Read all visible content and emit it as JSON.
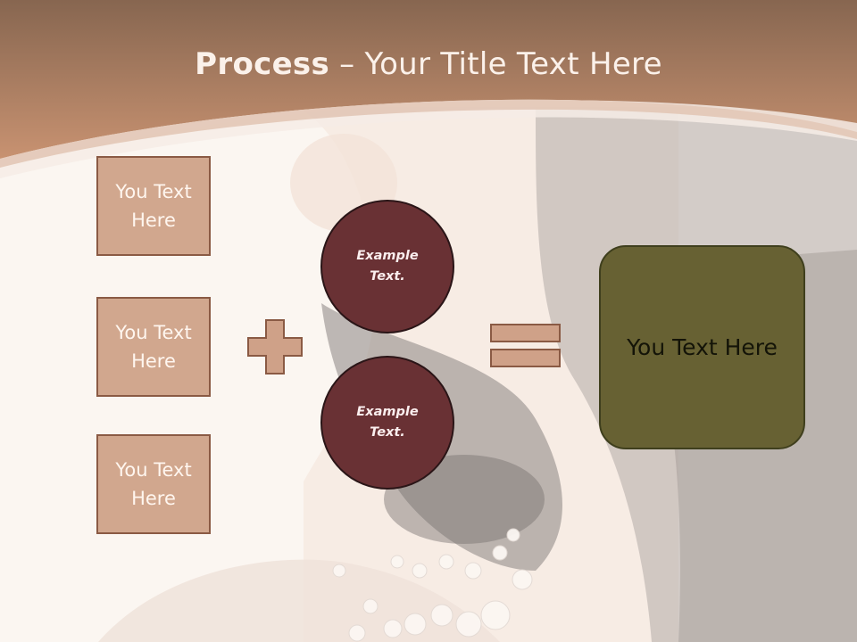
{
  "title": {
    "bold": "Process",
    "rest": " – Your Title Text Here"
  },
  "inputs": [
    {
      "label": "You Text Here"
    },
    {
      "label": "You Text Here"
    },
    {
      "label": "You Text Here"
    }
  ],
  "examples": [
    {
      "label": "Example Text."
    },
    {
      "label": "Example Text."
    }
  ],
  "result": {
    "label": "You Text Here"
  },
  "colors": {
    "header_band": "#c48d6b",
    "input_box_fill": "#cd9f86",
    "input_box_border": "#8a5a44",
    "circle_fill": "#693134",
    "result_fill": "#676133",
    "operator_fill": "#cfa188"
  },
  "icons": {
    "plus": "plus-icon",
    "equals": "equals-icon"
  }
}
